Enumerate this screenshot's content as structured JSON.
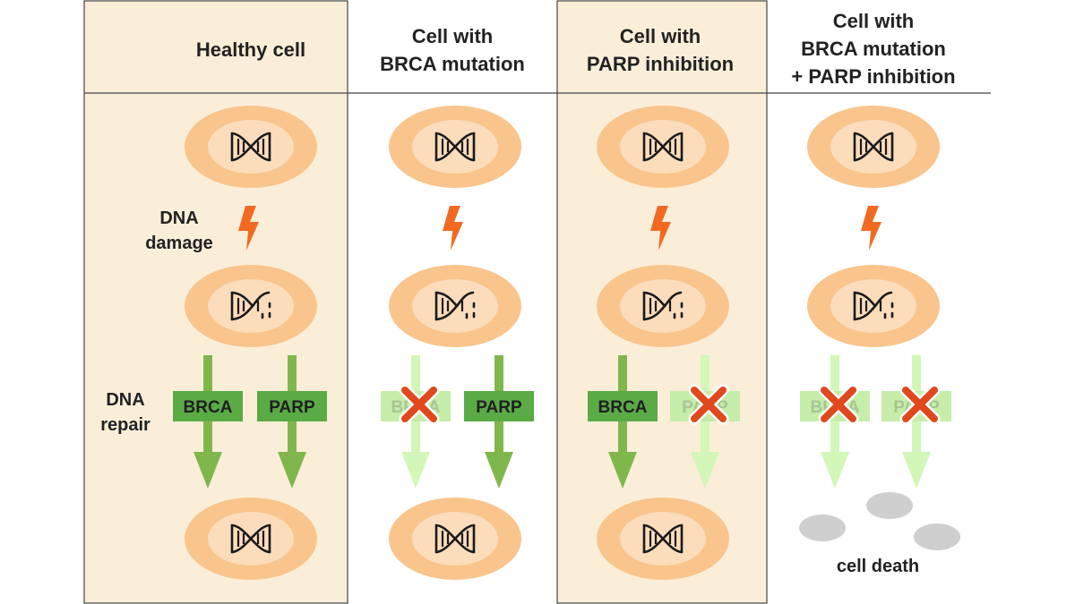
{
  "colors": {
    "panel_fill": "#fbeed9",
    "panel_border": "#444444",
    "cell_outer": "#f9c58c",
    "cell_inner": "#fbdcbb",
    "dna": "#1a1a1a",
    "bolt": "#f26a21",
    "arrow_active": "#80b74d",
    "arrow_inactive": "#d2f7b8",
    "box_active": "#5aab45",
    "box_inactive": "#c6eda9",
    "label_inactive": "#a7c595",
    "cross": "#e0491d",
    "debris": "#cfcfcf"
  },
  "columns": [
    {
      "header": [
        "Healthy cell"
      ],
      "shaded": true,
      "repair": [
        {
          "label": "BRCA",
          "active": true
        },
        {
          "label": "PARP",
          "active": true
        }
      ],
      "outcome": "repaired"
    },
    {
      "header": [
        "Cell with",
        "BRCA mutation"
      ],
      "shaded": false,
      "repair": [
        {
          "label": "BRCA",
          "active": false
        },
        {
          "label": "PARP",
          "active": true
        }
      ],
      "outcome": "repaired"
    },
    {
      "header": [
        "Cell with",
        "PARP inhibition"
      ],
      "shaded": true,
      "repair": [
        {
          "label": "BRCA",
          "active": true
        },
        {
          "label": "PARP",
          "active": false
        }
      ],
      "outcome": "repaired"
    },
    {
      "header": [
        "Cell with",
        "BRCA mutation",
        "+ PARP inhibition"
      ],
      "shaded": false,
      "repair": [
        {
          "label": "BRCA",
          "active": false
        },
        {
          "label": "PARP",
          "active": false
        }
      ],
      "outcome": "death"
    }
  ],
  "labels": {
    "damage": [
      "DNA",
      "damage"
    ],
    "repair": [
      "DNA",
      "repair"
    ],
    "death": "cell death"
  }
}
